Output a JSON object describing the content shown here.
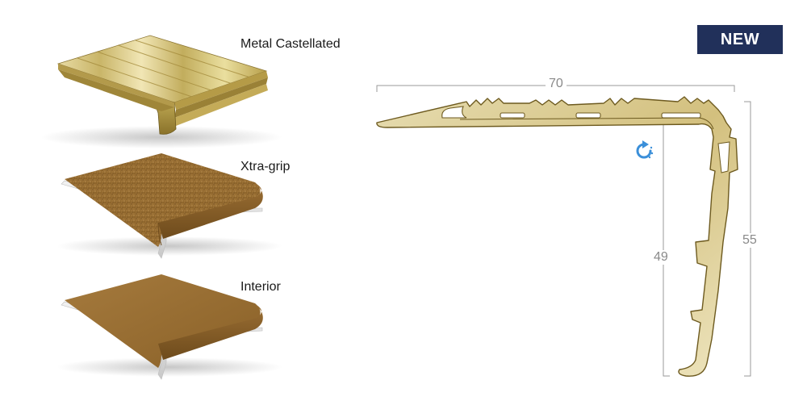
{
  "products": [
    {
      "name": "Metal Castellated",
      "icon": "metal-castellated-tread-image"
    },
    {
      "name": "Xtra-grip",
      "icon": "xtra-grip-tread-image"
    },
    {
      "name": "Interior",
      "icon": "interior-tread-image"
    }
  ],
  "badge": {
    "text": "NEW",
    "color": "#21305a"
  },
  "profile": {
    "dimensions": {
      "top_width": "70",
      "inner_height": "49",
      "outer_height": "55"
    },
    "icon": "rotate-icon",
    "colors": {
      "metal": "#d8c98f",
      "outline": "#6d5a1f",
      "accent": "#3b8fd9"
    }
  }
}
